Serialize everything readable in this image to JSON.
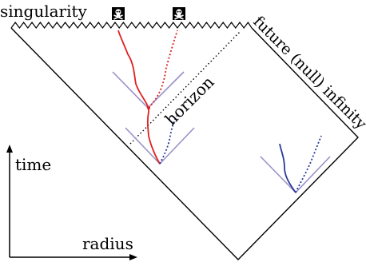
{
  "labels": {
    "singularity": "singularity",
    "time": "time",
    "radius": "radius",
    "horizon": "horizon",
    "future_null_infinity": "future (null) infinity"
  },
  "icons": {
    "singularity_markers": [
      "skull-and-crossbones-icon",
      "skull-and-crossbones-icon"
    ]
  },
  "colors": {
    "region_outline": "#000000",
    "light_cone": "#9a90c8",
    "infalling_worldline": "#e02020",
    "partner_worldline": "#2a3a9a",
    "outside_worldline": "#2a3a9a",
    "horizon_line": "#000000"
  },
  "line_styles": {
    "horizon": "dotted",
    "infalling_worldline": "solid",
    "partner_worldline": "dotted",
    "singularity_boundary": "zigzag"
  }
}
